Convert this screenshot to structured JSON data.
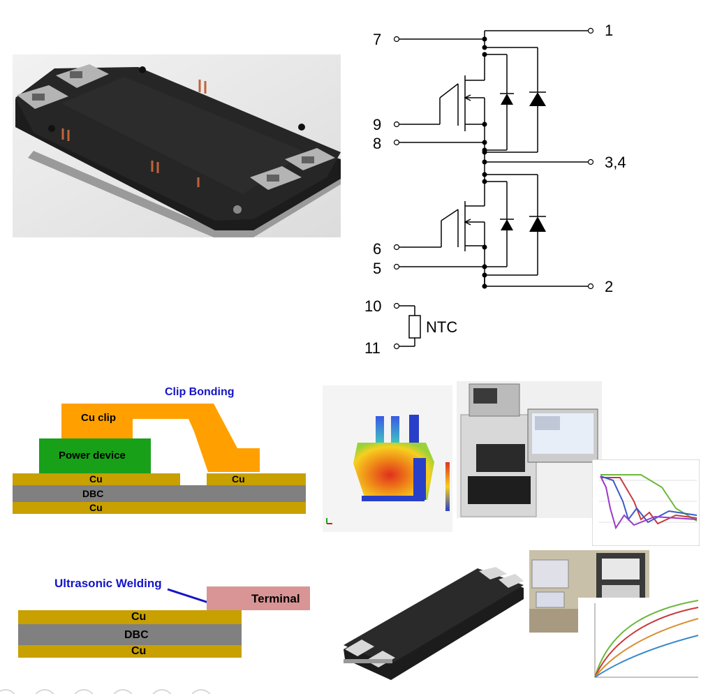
{
  "schematic": {
    "pins": {
      "p1": "1",
      "p2": "2",
      "p34": "3,4",
      "p5": "5",
      "p6": "6",
      "p7": "7",
      "p8": "8",
      "p9": "9",
      "p10": "10",
      "p11": "11"
    },
    "ntc_label": "NTC"
  },
  "clip_bonding": {
    "title": "Clip Bonding",
    "cu_clip": "Cu clip",
    "power_device": "Power device",
    "cu_left": "Cu",
    "cu_right": "Cu",
    "dbc": "DBC",
    "cu_bottom": "Cu"
  },
  "ultrasonic": {
    "title": "Ultrasonic Welding",
    "terminal": "Terminal",
    "cu_top": "Cu",
    "dbc": "DBC",
    "cu_bottom": "Cu"
  },
  "colors": {
    "copper": "#c8a000",
    "dbc": "#808080",
    "clip": "#ffa000",
    "device": "#19a019",
    "terminal": "#d99595",
    "label_blue": "#1414c8"
  }
}
